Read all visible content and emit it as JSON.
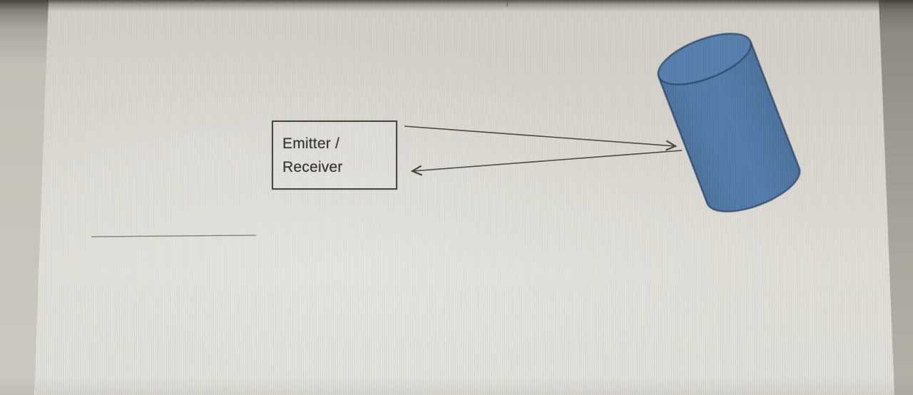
{
  "diagram": {
    "emitter_box": {
      "line1": "Emitter /",
      "line2": "Receiver"
    },
    "arrows": {
      "emitted_beam": "right-arrow",
      "reflected_beam": "left-arrow"
    },
    "colors": {
      "cylinder_fill": "#4d78a6",
      "cylinder_top_fill": "#517cab",
      "cylinder_outline": "#24405f",
      "arrow_stroke": "#44423d",
      "box_border": "#413f3a",
      "text_color": "#2e2c28",
      "screen_background": "#d9d6cf",
      "underline_stroke": "#7a766f"
    }
  }
}
